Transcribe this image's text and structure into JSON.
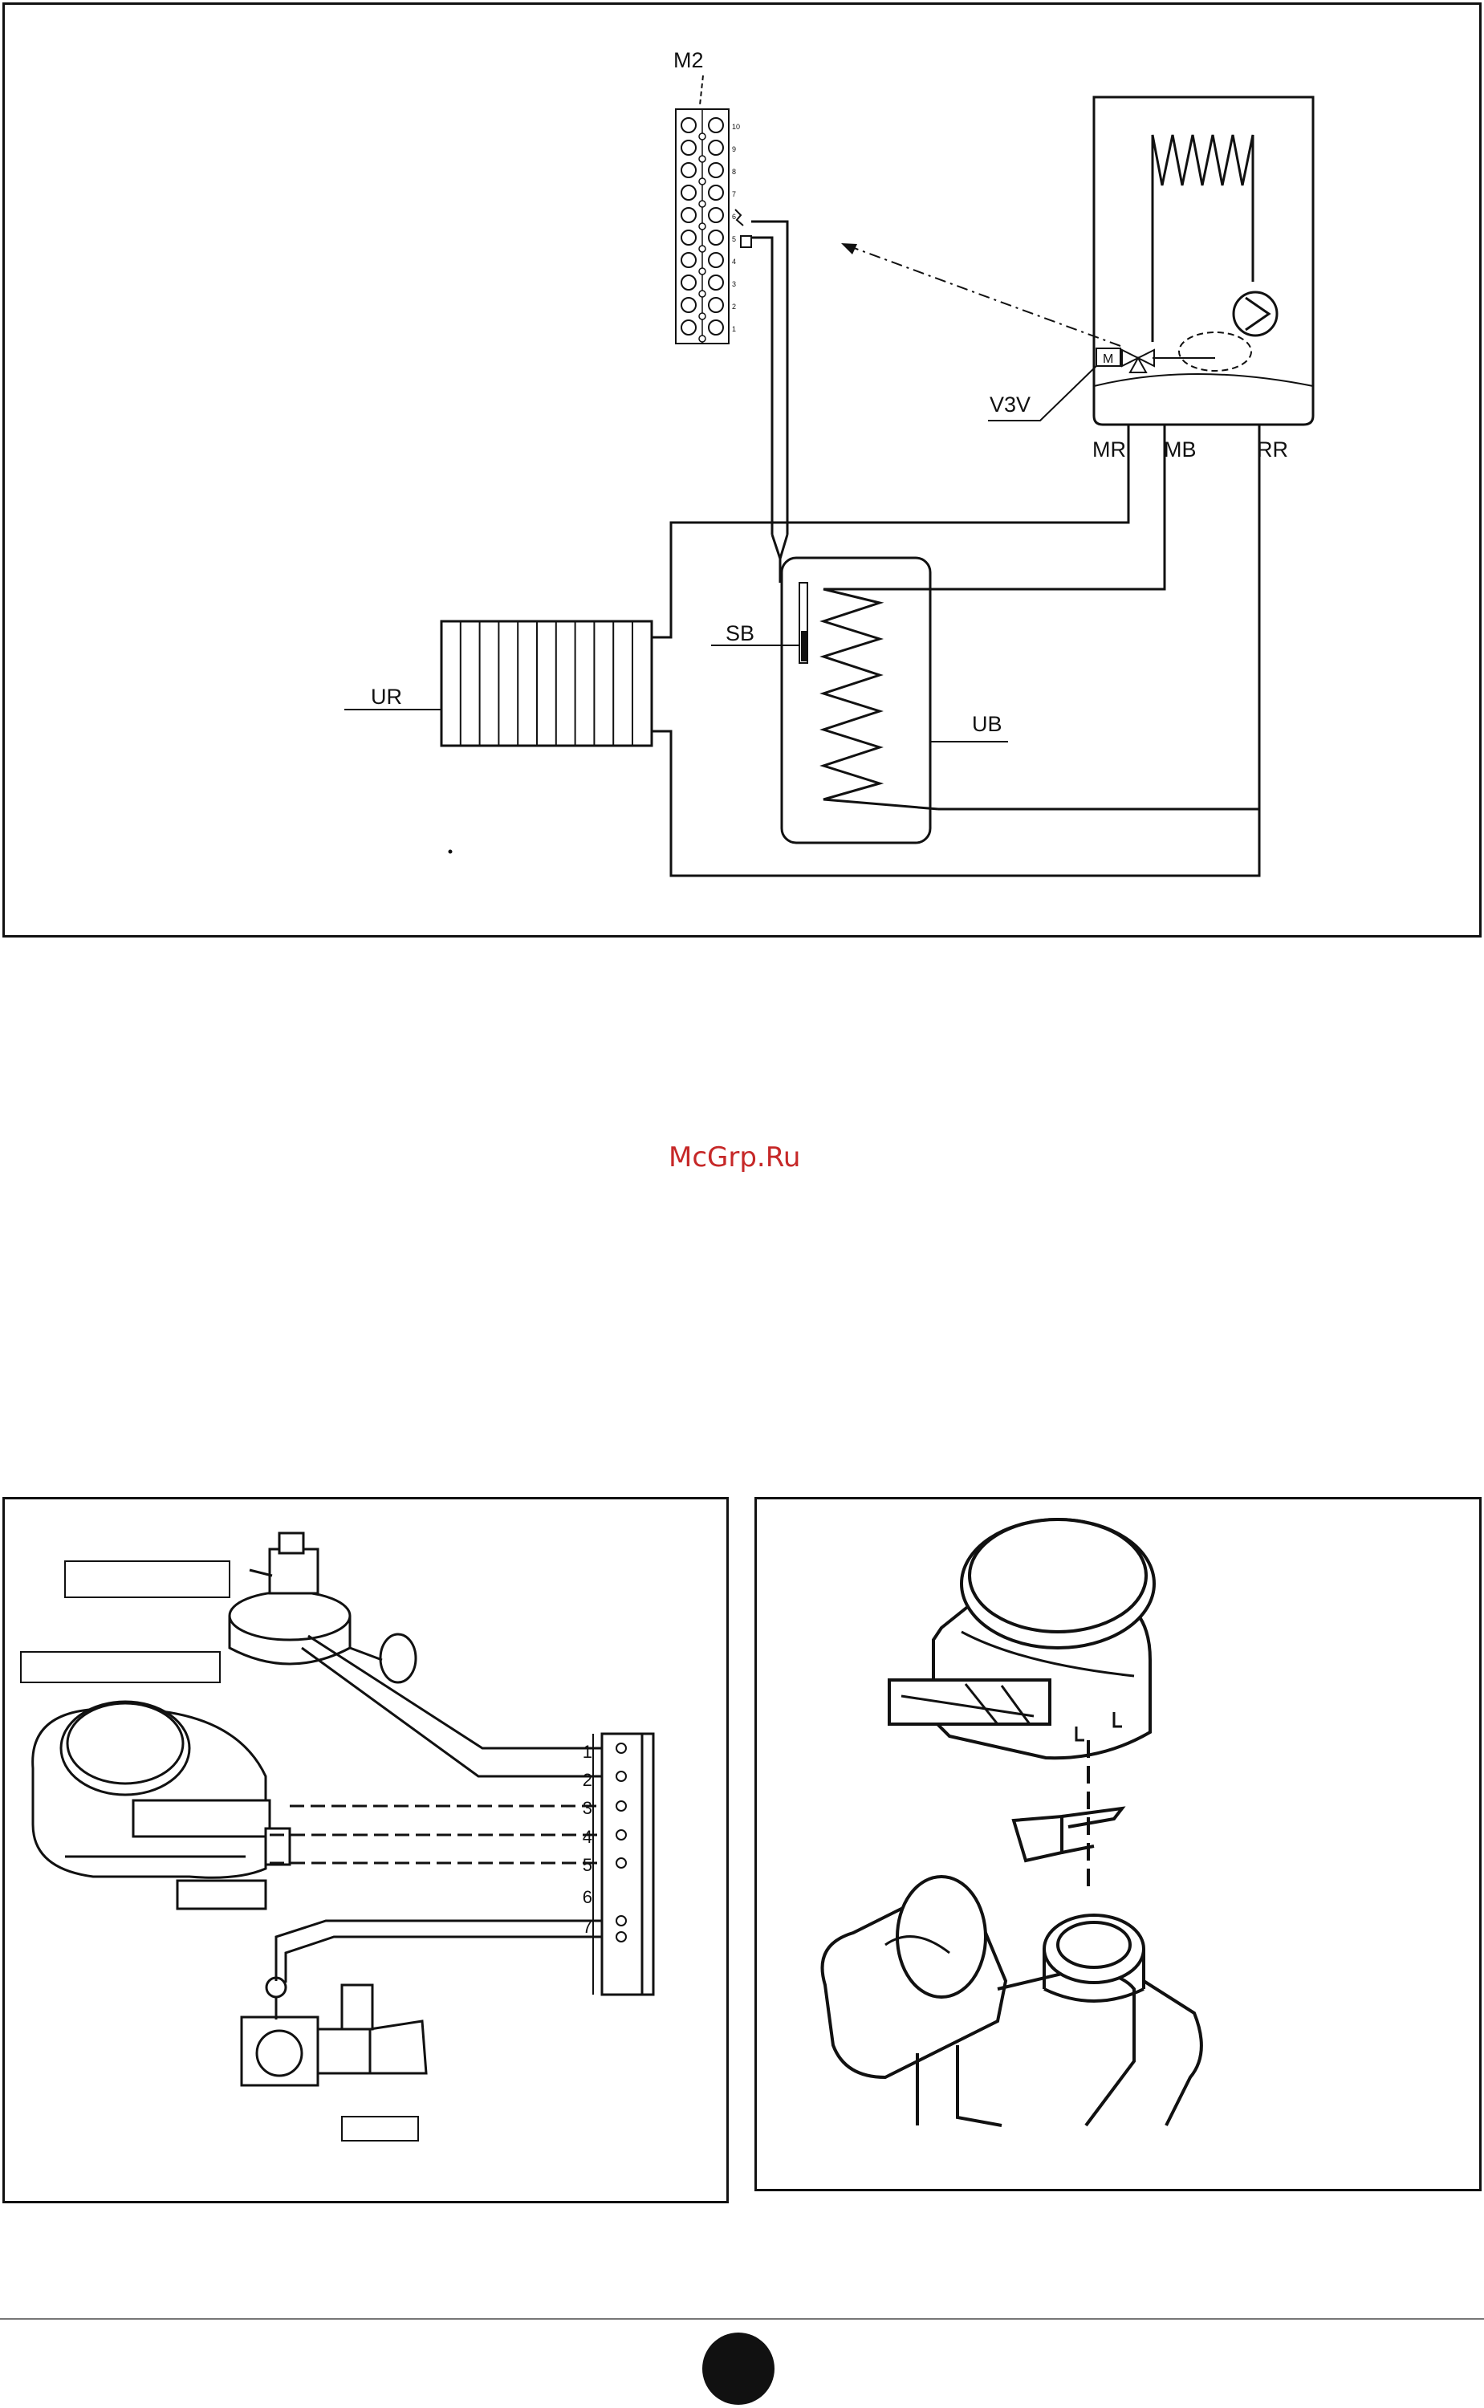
{
  "top_diagram": {
    "labels": {
      "terminal_block": "M2",
      "three_way_valve": "V3V",
      "motor_letter": "M",
      "return_outlet": "MR",
      "boiler_outlet": "MB",
      "return_return": "RR",
      "tank_sensor": "SB",
      "radiator_unit": "UR",
      "boiler_unit": "UB"
    },
    "terminal_numbers": [
      "10",
      "9",
      "8",
      "7",
      "6",
      "5",
      "4",
      "3",
      "2",
      "1"
    ]
  },
  "watermark": "McGrp.Ru",
  "wiring_diagram": {
    "terminal_numbers": [
      "1",
      "2",
      "3",
      "4",
      "5",
      "6",
      "7"
    ]
  },
  "assembly_diagram": {}
}
